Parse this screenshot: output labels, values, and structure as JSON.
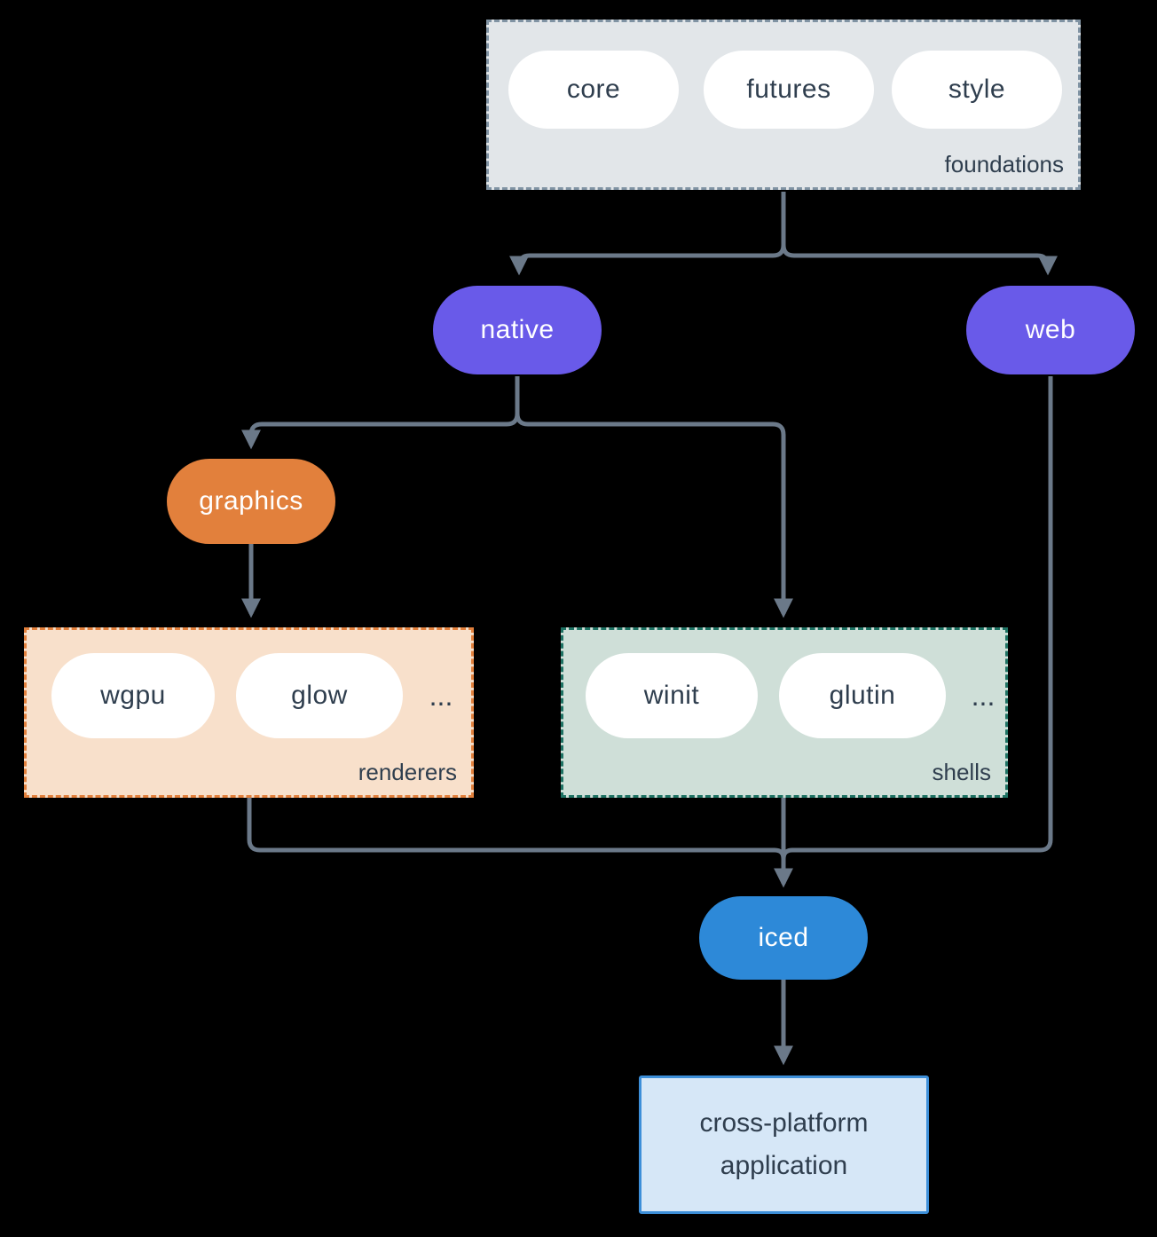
{
  "colors": {
    "background": "#000000",
    "connector": "#6b7989",
    "node_purple": "#695ae9",
    "node_orange": "#e2803c",
    "node_blue": "#2d89d8",
    "pill_white": "#ffffff",
    "dark_text": "#2f3e4e",
    "foundations_fill": "#e2e6e9",
    "foundations_border": "#8093a3",
    "renderers_fill": "#f8e0cb",
    "renderers_border": "#e2803c",
    "shells_fill": "#cfdfd8",
    "shells_border": "#1e7263",
    "app_fill": "#d6e7f7",
    "app_border": "#3d8fd9"
  },
  "foundations": {
    "label": "foundations",
    "items": [
      "core",
      "futures",
      "style"
    ]
  },
  "nodes": {
    "native": "native",
    "web": "web",
    "graphics": "graphics",
    "iced": "iced"
  },
  "renderers": {
    "label": "renderers",
    "items": [
      "wgpu",
      "glow"
    ],
    "more": "..."
  },
  "shells": {
    "label": "shells",
    "items": [
      "winit",
      "glutin"
    ],
    "more": "..."
  },
  "application": {
    "label": "cross-platform application"
  }
}
